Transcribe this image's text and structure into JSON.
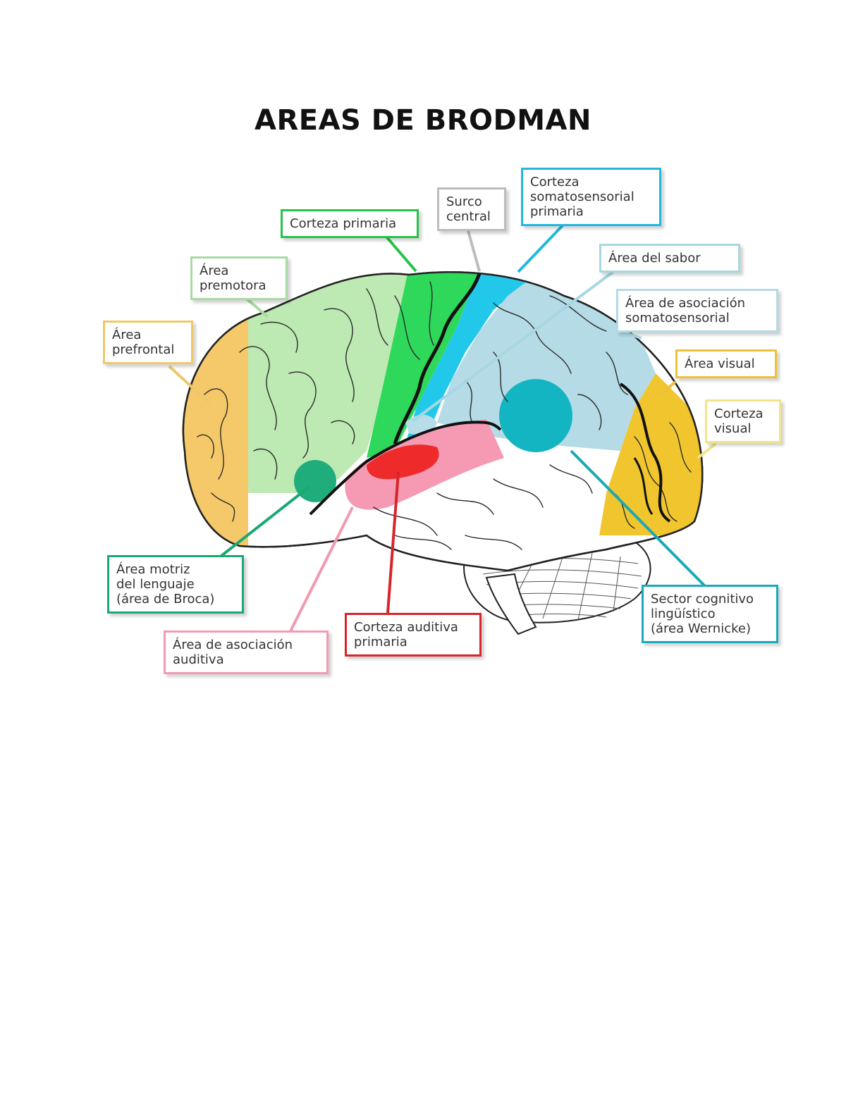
{
  "title": "AREAS DE BRODMAN",
  "colors": {
    "prefrontal": "#f5c96a",
    "premotor": "#bde9b3",
    "primary_motor": "#2ed85a",
    "somatosensory_primary": "#22c8ea",
    "somatosensory_assoc": "#b5dbe6",
    "visual": "#f0c52e",
    "broca": "#1fae7b",
    "auditory_assoc": "#f59ab2",
    "auditory_primary": "#ee2a2a",
    "wernicke": "#13b5c2",
    "taste": "#b7dde8",
    "sulcus": "#b8b8b8"
  },
  "labels": {
    "corteza_primaria": {
      "lines": [
        "Corteza primaria"
      ],
      "color": "#27c24a"
    },
    "surco_central": {
      "lines": [
        "Surco",
        "central"
      ],
      "color": "#bcbcbc"
    },
    "somatosensorial_primaria": {
      "lines": [
        "Corteza",
        "somatosensorial",
        "primaria"
      ],
      "color": "#22b8dd"
    },
    "area_premotora": {
      "lines": [
        "Área",
        "premotora"
      ],
      "color": "#a8dba2"
    },
    "area_sabor": {
      "lines": [
        "Área del sabor"
      ],
      "color": "#a7d7e3"
    },
    "asociacion_somatosensorial": {
      "lines": [
        "Área de asociación",
        "somatosensorial"
      ],
      "color": "#b2dbe5"
    },
    "area_prefrontal": {
      "lines": [
        "Área",
        "prefrontal"
      ],
      "color": "#efc86b"
    },
    "area_visual": {
      "lines": [
        "Área visual"
      ],
      "color": "#efc13a"
    },
    "corteza_visual": {
      "lines": [
        "Corteza",
        "visual"
      ],
      "color": "#f2e48a"
    },
    "broca": {
      "lines": [
        "Área motriz",
        "del lenguaje",
        "(área de Broca)"
      ],
      "color": "#1aa873"
    },
    "wernicke": {
      "lines": [
        "Sector cognitivo",
        "lingüístico",
        "(área Wernicke)"
      ],
      "color": "#19a9b8"
    },
    "asociacion_auditiva": {
      "lines": [
        "Área de asociación",
        "auditiva"
      ],
      "color": "#f19ab1"
    },
    "auditiva_primaria": {
      "lines": [
        "Corteza auditiva",
        "primaria"
      ],
      "color": "#d8252b"
    }
  }
}
